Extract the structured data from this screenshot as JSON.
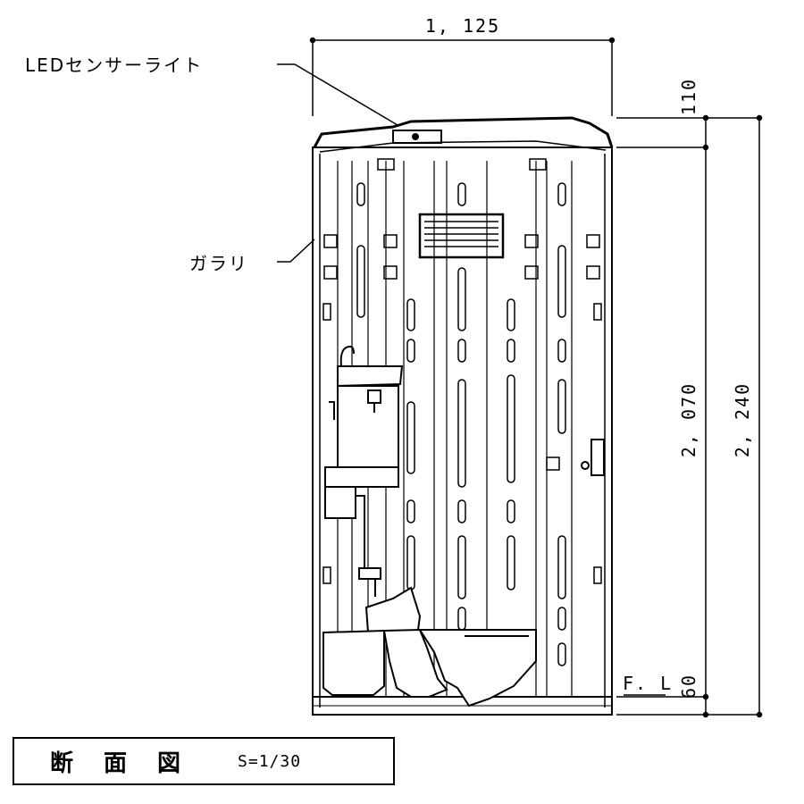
{
  "dimensions": {
    "width_label": "1, 125",
    "roof_label": "110",
    "inner_height_label": "2, 070",
    "total_height_label": "2, 240",
    "floor_level_label": "60",
    "floor_level_marker": "F. L"
  },
  "callouts": {
    "light_label": "LEDセンサーライト",
    "vent_label": "ガラリ"
  },
  "title_block": {
    "title": "断面図",
    "scale": "S=1/30"
  }
}
